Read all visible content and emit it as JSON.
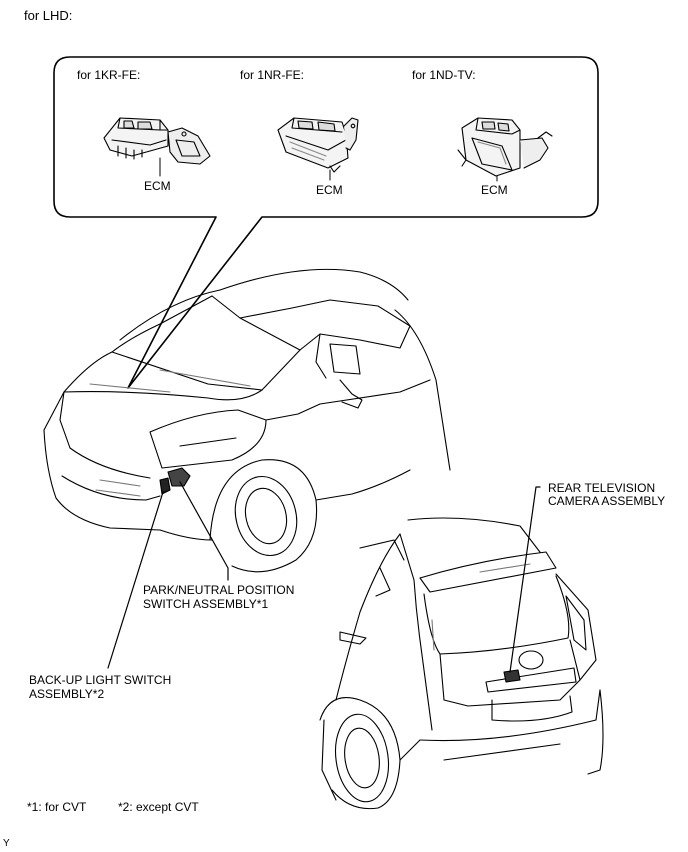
{
  "header": {
    "title": "for LHD:"
  },
  "callout": {
    "variants": [
      {
        "label": "for 1KR-FE:",
        "part": "ECM"
      },
      {
        "label": "for 1NR-FE:",
        "part": "ECM"
      },
      {
        "label": "for 1ND-TV:",
        "part": "ECM"
      }
    ]
  },
  "labels": {
    "rear_camera": [
      "REAR TELEVISION",
      "CAMERA ASSEMBLY"
    ],
    "park_neutral": [
      "PARK/NEUTRAL POSITION",
      "SWITCH ASSEMBLY*1"
    ],
    "backup_light": [
      "BACK-UP LIGHT SWITCH",
      "ASSEMBLY*2"
    ]
  },
  "footnotes": {
    "note1": "*1: for CVT",
    "note2": "*2: except CVT"
  },
  "corner_mark": "Y"
}
